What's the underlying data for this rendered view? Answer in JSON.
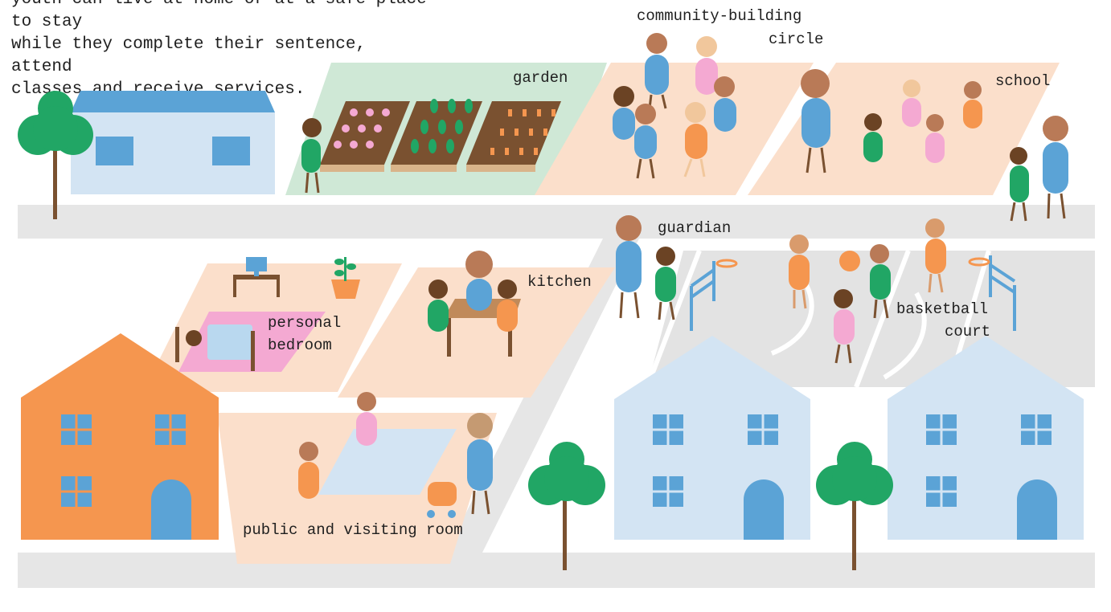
{
  "intro": {
    "line1": "youth can live at home or at a safe place to stay",
    "line2": "while they complete their sentence, attend",
    "line3": "classes and receive services."
  },
  "labels": {
    "garden": "garden",
    "community_line1": "community-building",
    "community_line2": "circle",
    "school": "school",
    "guardian": "guardian",
    "kitchen": "kitchen",
    "bedroom_line1": "personal",
    "bedroom_line2": "bedroom",
    "court_line1": "basketball",
    "court_line2": "court",
    "visiting_room": "public and visiting room"
  },
  "colors": {
    "room_floor": "#fbdfcb",
    "garden_floor": "#cfe8d6",
    "road": "#e6e6e6",
    "orange": "#f5964f",
    "blue": "#5ba3d6",
    "light_blue": "#d3e4f3",
    "green": "#21a665",
    "pink": "#f4a9d2",
    "soil": "#7a5130",
    "trunk": "#7a5130"
  }
}
